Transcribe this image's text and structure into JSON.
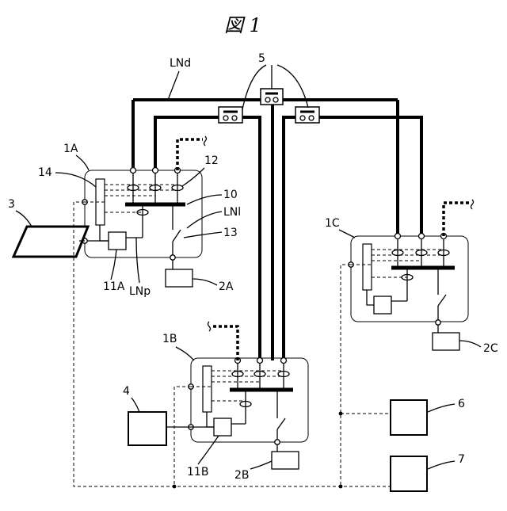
{
  "figure": {
    "title": "図 1"
  },
  "labels": {
    "lnd": "LNd",
    "sw5": "5",
    "u1a": "1A",
    "n14": "14",
    "n12": "12",
    "n10": "10",
    "lnl": "LNl",
    "n13": "13",
    "n3": "3",
    "n11a": "11A",
    "lnp": "LNp",
    "n2a": "2A",
    "u1c": "1C",
    "n2c": "2C",
    "u1b": "1B",
    "n4": "4",
    "n11b": "11B",
    "n2b": "2B",
    "n6": "6",
    "n7": "7"
  }
}
